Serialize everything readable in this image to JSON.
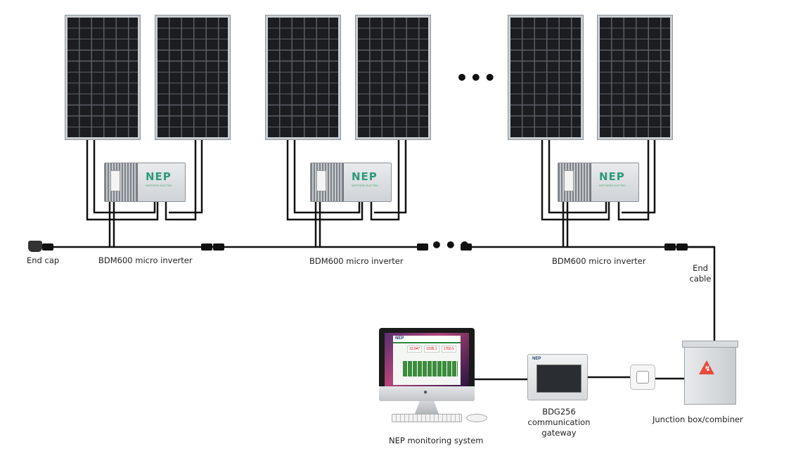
{
  "ellipsis": "•••",
  "labels": {
    "end_cap": "End cap",
    "inverter_1": "BDM600 micro inverter",
    "inverter_2": "BDM600 micro inverter",
    "inverter_3": "BDM600 micro inverter",
    "end_cable_1": "End",
    "end_cable_2": "cable",
    "monitoring": "NEP monitoring system",
    "gateway_1": "BDG256",
    "gateway_2": "communication",
    "gateway_3": "gateway",
    "junction": "Junction box/combiner"
  },
  "inverter_logo": "NEP",
  "inverter_logo_sub": "NORTHERN ELECTRIC",
  "screen": {
    "brand": "NEP",
    "readings": [
      "12.947",
      "1535.1",
      "1760.5"
    ]
  },
  "gateway_logo": "NEP",
  "colors": {
    "wire": "#111111",
    "accent": "#2d9a7b",
    "warning": "#e84b3c"
  }
}
